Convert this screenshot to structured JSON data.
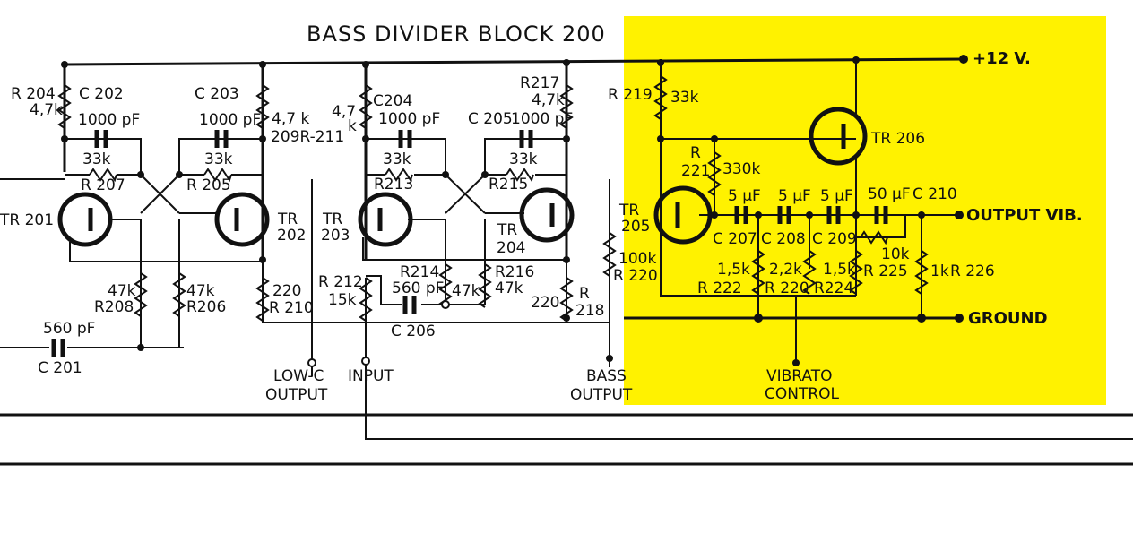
{
  "title": "BASS DIVIDER BLOCK 200",
  "highlight_color": "#fff200",
  "ink_color": "#111111",
  "supply": {
    "label": "+12 V."
  },
  "terminals": {
    "output_vib": "OUTPUT VIB.",
    "ground": "GROUND",
    "vibrato_control_1": "VIBRATO",
    "vibrato_control_2": "CONTROL",
    "low_c_output_1": "LOW-C",
    "low_c_output_2": "OUTPUT",
    "input": "INPUT",
    "bass_output_1": "BASS",
    "bass_output_2": "OUTPUT"
  },
  "transistors": {
    "tr201": "TR 201",
    "tr202_a": "TR",
    "tr202_b": "202",
    "tr203_a": "TR",
    "tr203_b": "203",
    "tr204_a": "TR",
    "tr204_b": "204",
    "tr205_a": "TR",
    "tr205_b": "205",
    "tr206": "TR 206"
  },
  "resistors": {
    "r204_name": "R 204",
    "r204_value": "4,7k",
    "r207_name": "R 207",
    "r207_value": "33k",
    "r205_name": "R 205",
    "r205_value": "33k",
    "r209_value": "4,7 k",
    "r209_name": "209R-211",
    "r211_value_a": "4,7",
    "r211_value_b": "k",
    "r213_name": "R213",
    "r213_value": "33k",
    "r215_name": "R215",
    "r215_value": "33k",
    "r217_name": "R217",
    "r217_value": "4,7k",
    "r208_value": "47k",
    "r208_name": "R208",
    "r206_value": "47k",
    "r206_name": "R206",
    "r210_value": "220",
    "r210_name": "R 210",
    "r212_name": "R 212",
    "r212_value": "15k",
    "r214_name": "R214",
    "r214_value": "47k",
    "r216_name": "R216",
    "r216_value": "47k",
    "r218_value": "220",
    "r218_name_a": "R",
    "r218_name_b": "218",
    "r219_name": "R 219",
    "r219_value": "33k",
    "r220_value": "100k",
    "r220_name": "R 220",
    "r221_name_a": "R",
    "r221_name_b": "221",
    "r221_value": "330k",
    "r222_value": "1,5k",
    "r222_name": "R 222",
    "r223_value": "2,2k",
    "r223_name": "R 220",
    "r224_value": "1,5k",
    "r224_name": "R224",
    "r225_value": "10k",
    "r225_name": "R 225",
    "r226_value": "1k",
    "r226_name": "R 226"
  },
  "capacitors": {
    "c201_value": "560 pF",
    "c201_name": "C 201",
    "c202_name": "C 202",
    "c202_value": "1000 pF",
    "c203_name": "C 203",
    "c203_value": "1000 pF",
    "c204_name": "C204",
    "c204_value": "1000 pF",
    "c205_name": "C 205",
    "c205_value": "1000 pF",
    "c206_value": "560 pF",
    "c206_name": "C 206",
    "c207_value": "5 µF",
    "c207_name": "C 207",
    "c208_value": "5 µF",
    "c208_name": "C 208",
    "c209_value": "5 µF",
    "c209_name": "C 209",
    "c210_value": "50 µF",
    "c210_name": "C 210"
  }
}
